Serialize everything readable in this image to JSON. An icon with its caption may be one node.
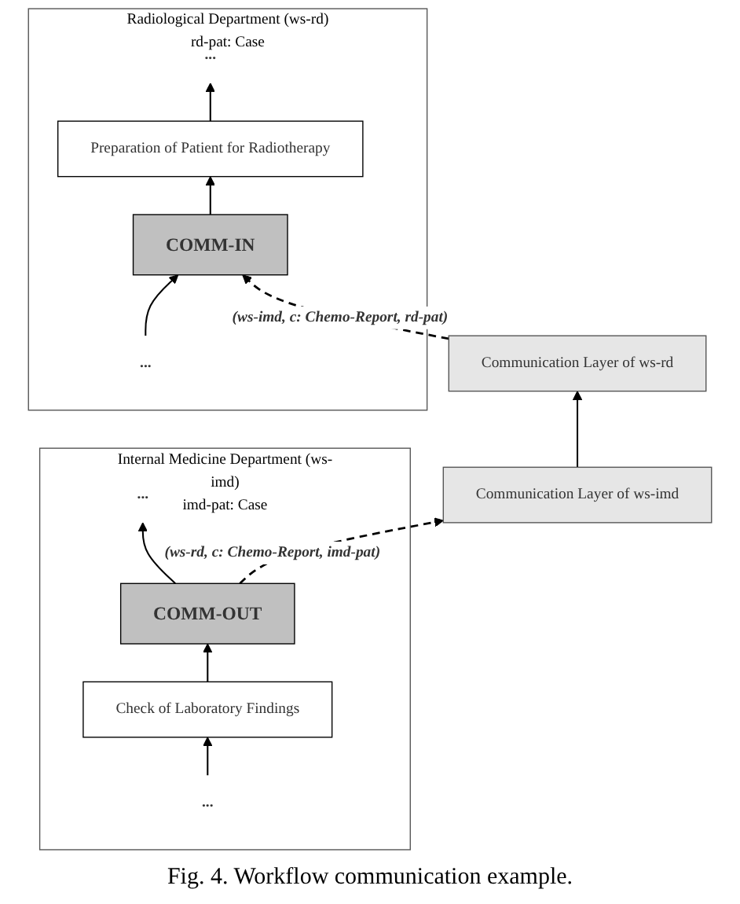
{
  "diagram": {
    "caption": "Fig. 4. Workflow communication example.",
    "nodes": [
      {
        "text": [
          "Radiological Department (ws-rd)",
          "rd-pat: Case"
        ]
      },
      {
        "text": [
          "..."
        ],
        "in": 0
      },
      {
        "text": [
          "COMM-IN"
        ],
        "in": 0
      },
      {
        "text": [
          "Preparation of Patient for Radiotherapy"
        ],
        "in": 0
      },
      {
        "text": [
          "..."
        ],
        "in": 0
      },
      {
        "text": [
          "Communication Layer of ws-rd"
        ]
      },
      {
        "text": [
          "Communication Layer of ws-imd"
        ]
      },
      {
        "text": [
          "Internal Medicine Department (ws-imd)",
          "imd-pat: Case"
        ]
      },
      {
        "text": [
          "..."
        ],
        "in": 7
      },
      {
        "text": [
          "Check of Laboratory Findings"
        ],
        "in": 7
      },
      {
        "text": [
          "COMM-OUT"
        ],
        "in": 7
      },
      {
        "text": [
          "..."
        ],
        "in": 7
      }
    ],
    "edges": [
      {
        "from": 1,
        "to": 2,
        "arrow": "to"
      },
      {
        "from": 2,
        "to": 3,
        "arrow": "to"
      },
      {
        "from": 3,
        "to": 4,
        "arrow": "to"
      },
      {
        "from": 5,
        "to": 2,
        "arrow": "to",
        "style": "dashed",
        "label": "(ws-imd, c: Chemo-Report, rd-pat)"
      },
      {
        "from": 6,
        "to": 5,
        "arrow": "to"
      },
      {
        "from": 10,
        "to": 6,
        "arrow": "to",
        "style": "dashed",
        "label": "(ws-rd, c: Chemo-Report, imd-pat)"
      },
      {
        "from": 8,
        "to": 9,
        "arrow": "to"
      },
      {
        "from": 9,
        "to": 10,
        "arrow": "to"
      },
      {
        "from": 10,
        "to": 11,
        "arrow": "to"
      }
    ]
  }
}
